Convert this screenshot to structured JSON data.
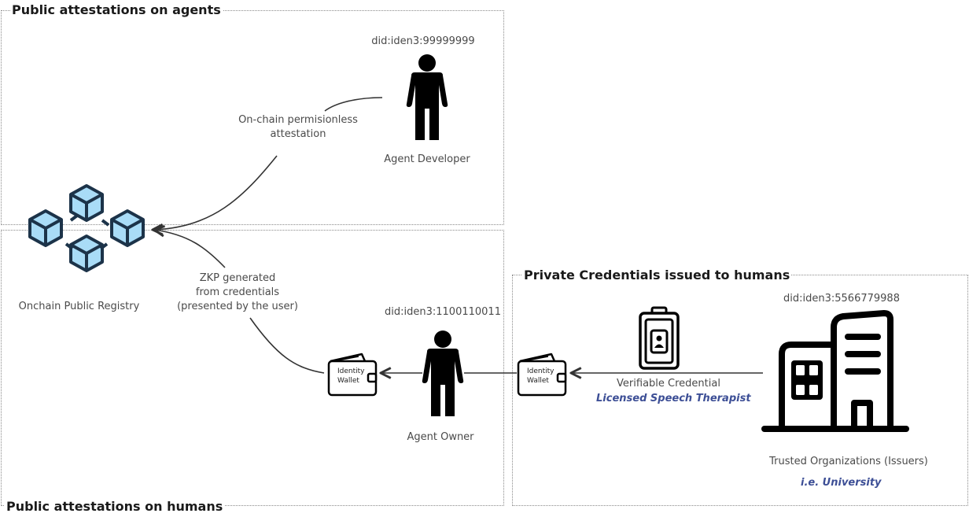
{
  "sections": {
    "agents": "Public attestations on agents",
    "humans": "Public attestations on humans",
    "private": "Private Credentials issued to humans"
  },
  "registry": {
    "label": "Onchain Public Registry"
  },
  "developer": {
    "did": "did:iden3:99999999",
    "label": "Agent Developer"
  },
  "owner": {
    "did": "did:iden3:1100110011",
    "label": "Agent Owner"
  },
  "issuer": {
    "did": "did:iden3:5566779988",
    "label": "Trusted Organizations (Issuers)",
    "example": "i.e. University"
  },
  "edges": {
    "onchain_line1": "On-chain permisionless",
    "onchain_line2": "attestation",
    "zkp_line1": "ZKP generated",
    "zkp_line2": "from credentials",
    "zkp_line3": "(presented by the user)"
  },
  "wallet": {
    "line1": "Identity",
    "line2": "Wallet"
  },
  "credential": {
    "label": "Verifiable Credential",
    "type": "Licensed Speech Therapist"
  },
  "colors": {
    "accent": "#3d4f96",
    "cube_fill": "#a9dcf7",
    "cube_stroke": "#1c3349"
  },
  "icons": [
    "blockchain-cubes-icon",
    "person-icon",
    "wallet-icon",
    "id-badge-icon",
    "building-icon"
  ]
}
